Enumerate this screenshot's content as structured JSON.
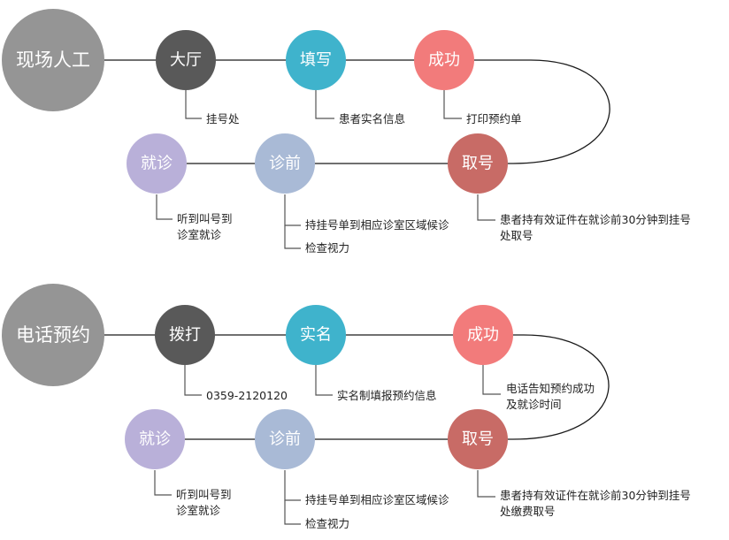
{
  "colors": {
    "start": "#959595",
    "step1": "#595959",
    "step2": "#3fb3cc",
    "success": "#f27b7b",
    "pickup": "#c86b66",
    "consult": "#a9bad6",
    "visit": "#b9b0d9",
    "line": "#1a1a1a"
  },
  "flows": [
    {
      "start": "现场人工",
      "step1": "大厅",
      "step1_note": "挂号处",
      "step2": "填写",
      "step2_note": "患者实名信息",
      "success": "成功",
      "success_note": [
        "打印预约单"
      ],
      "pickup": "取号",
      "pickup_note": [
        "患者持有效证件在就诊前30分钟到挂号",
        "处取号"
      ],
      "consult": "诊前",
      "consult_notes": [
        "持挂号单到相应诊室区域候诊",
        "检查视力"
      ],
      "visit": "就诊",
      "visit_note": [
        "听到叫号到",
        "诊室就诊"
      ]
    },
    {
      "start": "电话预约",
      "step1": "拨打",
      "step1_note": "0359-2120120",
      "step2": "实名",
      "step2_note": "实名制填报预约信息",
      "success": "成功",
      "success_note": [
        "电话告知预约成功",
        "及就诊时间"
      ],
      "pickup": "取号",
      "pickup_note": [
        "患者持有效证件在就诊前30分钟到挂号",
        "处缴费取号"
      ],
      "consult": "诊前",
      "consult_notes": [
        "持挂号单到相应诊室区域候诊",
        "检查视力"
      ],
      "visit": "就诊",
      "visit_note": [
        "听到叫号到",
        "诊室就诊"
      ]
    }
  ]
}
